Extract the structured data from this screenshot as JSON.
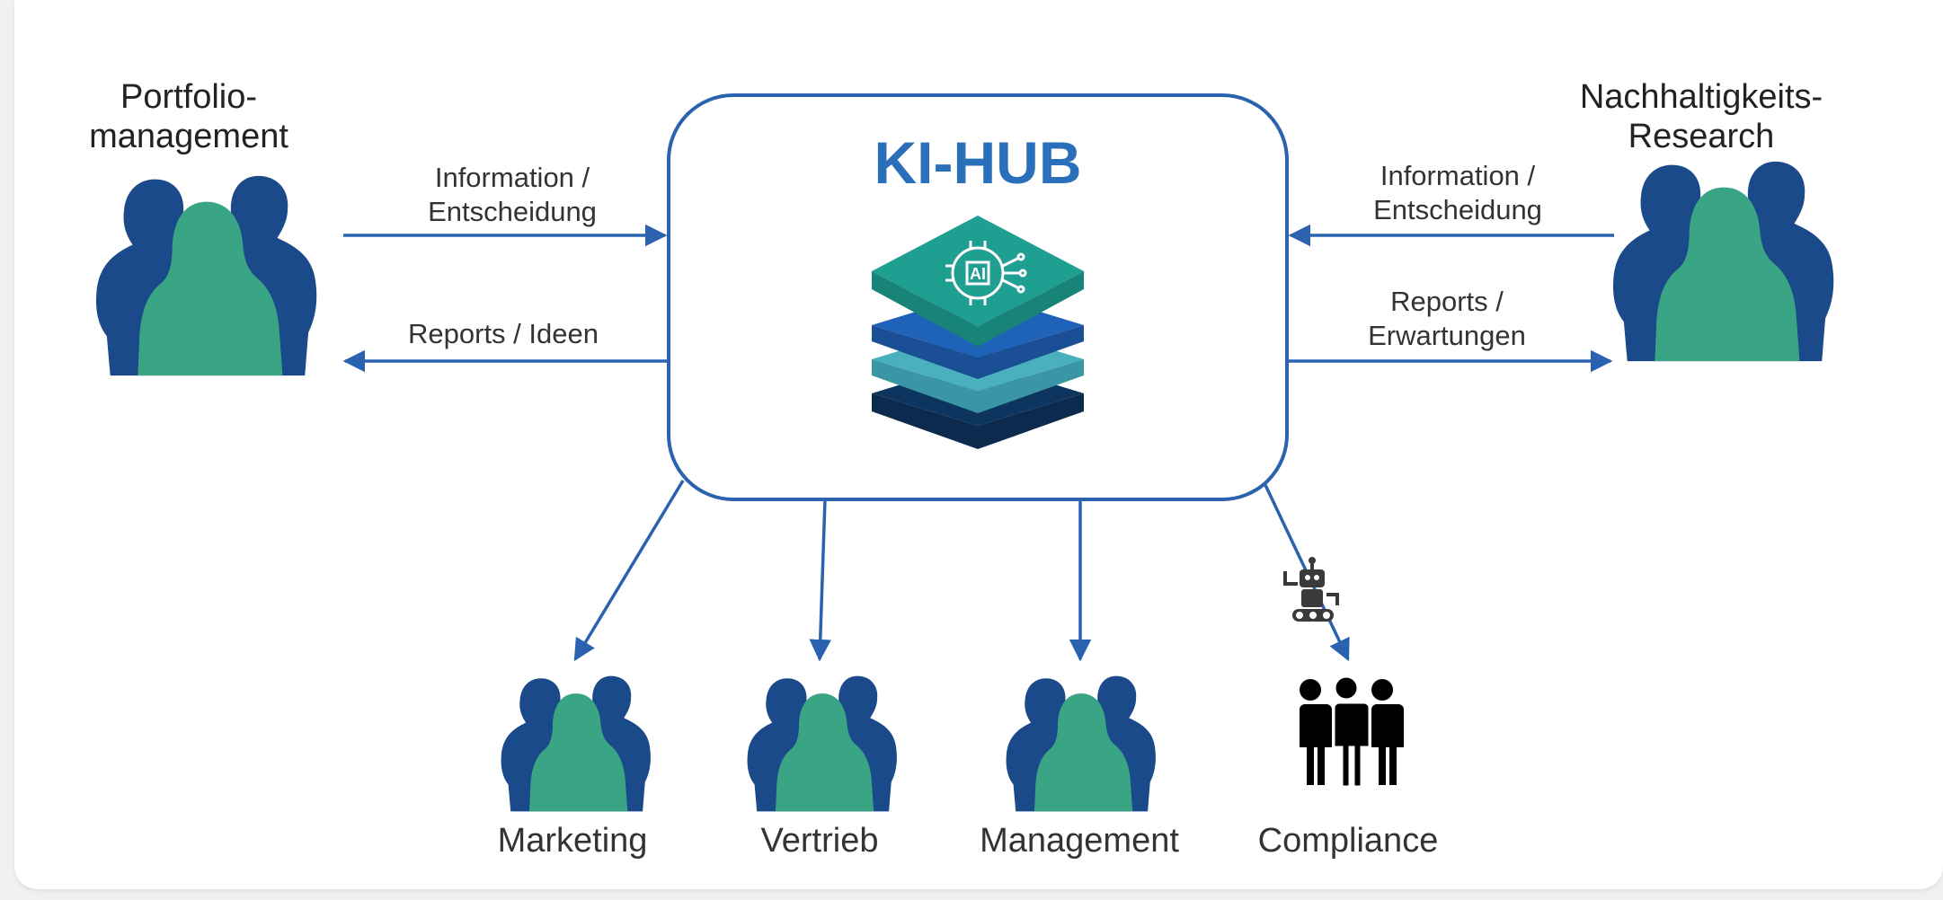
{
  "hub": {
    "title": "KI-HUB",
    "icon": "ai-chip-gear-icon"
  },
  "left_group": {
    "line1": "Portfolio-",
    "line2": "management"
  },
  "right_group": {
    "line1": "Nachhaltigkeits-",
    "line2": "Research"
  },
  "left_arrows": {
    "in_line1": "Information /",
    "in_line2": "Entscheidung",
    "out_line1": "Reports / Ideen"
  },
  "right_arrows": {
    "in_line1": "Information /",
    "in_line2": "Entscheidung",
    "out_line1": "Reports /",
    "out_line2": "Erwartungen"
  },
  "bottom_groups": [
    {
      "label": "Marketing"
    },
    {
      "label": "Vertrieb"
    },
    {
      "label": "Management"
    },
    {
      "label": "Compliance"
    }
  ],
  "colors": {
    "arrow": "#2a62b0",
    "person_dark": "#1a4a8a",
    "person_green": "#3aa585",
    "title": "#2a6fba",
    "layer_teal": "#1f9e92",
    "layer_blue": "#1f63b8",
    "layer_light": "#4ab0bd",
    "layer_navy": "#0e3560"
  },
  "icons": [
    "people-group-icon",
    "robot-icon",
    "compliance-people-icon",
    "ai-chip-gear-icon"
  ]
}
